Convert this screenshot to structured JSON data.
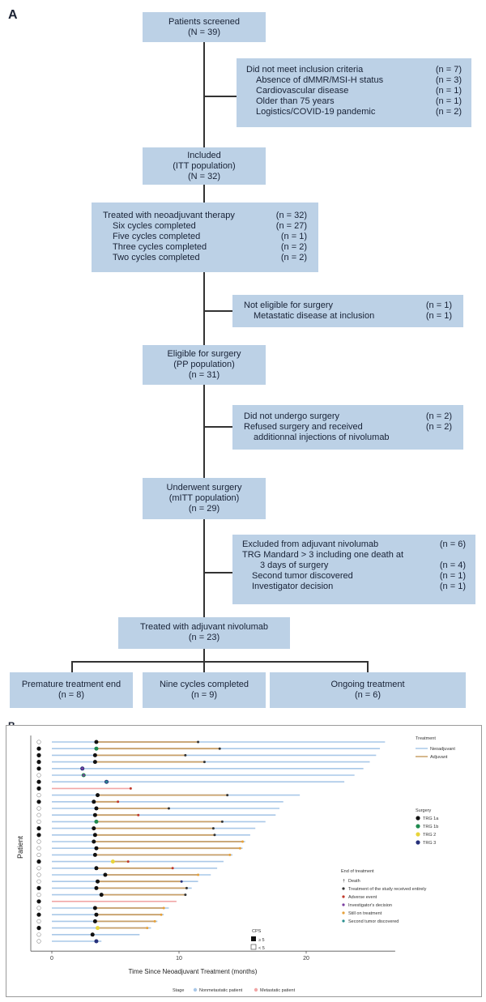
{
  "panel_a_label": "A",
  "panel_b_label": "B",
  "flow": {
    "screened": {
      "title": "Patients screened",
      "n": "(N = 39)"
    },
    "exclusion1": {
      "rows": [
        {
          "label": "Did not meet inclusion criteria",
          "n": "(n = 7)"
        },
        {
          "label": "Absence of dMMR/MSI-H status",
          "n": "(n = 3)"
        },
        {
          "label": "Cardiovascular disease",
          "n": "(n = 1)"
        },
        {
          "label": "Older than 75 years",
          "n": "(n = 1)"
        },
        {
          "label": "Logistics/COVID-19 pandemic",
          "n": "(n = 2)"
        }
      ]
    },
    "included": {
      "title": "Included",
      "sub": "(ITT population)",
      "n": "(N = 32)"
    },
    "neoadjuvant": {
      "rows": [
        {
          "label": "Treated with neoadjuvant therapy",
          "n": "(n = 32)"
        },
        {
          "label": "Six cycles completed",
          "n": "(n = 27)"
        },
        {
          "label": "Five cycles completed",
          "n": "(n = 1)"
        },
        {
          "label": "Three cycles completed",
          "n": "(n = 2)"
        },
        {
          "label": "Two cycles completed",
          "n": "(n = 2)"
        }
      ]
    },
    "not_eligible": {
      "rows": [
        {
          "label": "Not eligible for surgery",
          "n": "(n = 1)"
        },
        {
          "label": "Metastatic disease at inclusion",
          "n": "(n = 1)"
        }
      ]
    },
    "eligible": {
      "title": "Eligible for surgery",
      "sub": "(PP population)",
      "n": "(n = 31)"
    },
    "no_surgery": {
      "rows": [
        {
          "label": "Did not undergo surgery",
          "n": "(n = 2)"
        },
        {
          "label": "Refused surgery and received",
          "n": "(n = 2)"
        },
        {
          "label": "additionnal injections of nivolumab",
          "n": ""
        }
      ]
    },
    "surgery": {
      "title": "Underwent surgery",
      "sub": "(mITT population)",
      "n": "(n = 29)"
    },
    "excluded_adj": {
      "rows": [
        {
          "label": "Excluded from adjuvant nivolumab",
          "n": "(n = 6)"
        },
        {
          "label": "TRG Mandard > 3 including one death at",
          "n": ""
        },
        {
          "label": "3 days of surgery",
          "n": "(n = 4)"
        },
        {
          "label": "Second tumor discovered",
          "n": "(n = 1)"
        },
        {
          "label": "Investigator decision",
          "n": "(n = 1)"
        }
      ]
    },
    "adjuvant": {
      "title": "Treated with adjuvant nivolumab",
      "n": "(n = 23)"
    },
    "premature": {
      "title": "Premature treatment end",
      "n": "(n = 8)"
    },
    "nine_cycles": {
      "title": "Nine cycles completed",
      "n": "(n = 9)"
    },
    "ongoing": {
      "title": "Ongoing treatment",
      "n": "(n = 6)"
    }
  },
  "chart_data": {
    "type": "swimmer",
    "xlabel": "Time Since Neoadjuvant Treatment (months)",
    "ylabel": "Patient",
    "xlim": [
      0,
      27
    ],
    "xticks": [
      0,
      10,
      20
    ],
    "colors": {
      "neoadjuvant": "#a9c8e8",
      "adjuvant": "#c9a069",
      "metastatic": "#f1a6a6"
    },
    "legend": {
      "treatment_title": "Treatment",
      "treatment": [
        {
          "label": "Neoadjuvant",
          "color": "#a9c8e8"
        },
        {
          "label": "Adjuvant",
          "color": "#c9a069"
        }
      ],
      "surgery_title": "Surgery",
      "surgery": [
        {
          "label": "TRG 1a",
          "color": "#111111"
        },
        {
          "label": "TRG 1b",
          "color": "#1e8a4e"
        },
        {
          "label": "TRG 2",
          "color": "#e8d43a"
        },
        {
          "label": "TRG 3",
          "color": "#26307a"
        }
      ],
      "end_title": "End of treatment",
      "end": [
        {
          "label": "Death",
          "color": "#999999"
        },
        {
          "label": "Treatment of the study received entirely",
          "color": "#333333"
        },
        {
          "label": "Adverse event",
          "color": "#c0392b"
        },
        {
          "label": "Investigator's decision",
          "color": "#7b3fa0"
        },
        {
          "label": "Still on treatment",
          "color": "#e6a13a"
        },
        {
          "label": "Second tumor discovered",
          "color": "#2a8f8f"
        }
      ],
      "cps_title": "CPS",
      "cps": [
        {
          "label": "≥ 5",
          "fill": "#111111"
        },
        {
          "label": "< 5",
          "fill": "#ffffff"
        }
      ],
      "stage_title": "Stage",
      "stage": [
        {
          "label": "Nonmetastatic patient",
          "color": "#a9c8e8"
        },
        {
          "label": "Metastatic patient",
          "color": "#f1a6a6"
        }
      ]
    },
    "patients": [
      {
        "total": 26.2,
        "neo": 2.5,
        "surg": 3.5,
        "adj": 11.5,
        "trg": "#111111",
        "end": "#333333",
        "cps": "open",
        "stage": "non"
      },
      {
        "total": 25.8,
        "neo": 2.5,
        "surg": 3.5,
        "adj": 13.2,
        "trg": "#1e8a4e",
        "end": "#333333",
        "cps": "filled",
        "stage": "non"
      },
      {
        "total": 25.5,
        "neo": 2.5,
        "surg": 3.4,
        "adj": 10.5,
        "trg": "#111111",
        "end": "#333333",
        "cps": "filled",
        "stage": "non"
      },
      {
        "total": 25.0,
        "neo": 2.5,
        "surg": 3.4,
        "adj": 12.0,
        "trg": "#111111",
        "end": "#333333",
        "cps": "filled",
        "stage": "non"
      },
      {
        "total": 24.5,
        "neo": 2.4,
        "surg": 2.4,
        "adj": 2.4,
        "trg": "#26307a",
        "end": "#7b3fa0",
        "cps": "filled",
        "stage": "non"
      },
      {
        "total": 23.8,
        "neo": 2.4,
        "surg": 2.5,
        "adj": 2.5,
        "trg": "#1e8a4e",
        "end": "#7b3fa0",
        "cps": "open",
        "stage": "non"
      },
      {
        "total": 23.0,
        "neo": 2.5,
        "surg": 4.3,
        "adj": 4.3,
        "trg": "#26307a",
        "end": "#2a8f8f",
        "cps": "filled",
        "stage": "non"
      },
      {
        "total": 6.2,
        "neo": 2.5,
        "surg": 0,
        "adj": 0,
        "trg": "",
        "end": "#c0392b",
        "cps": "filled",
        "stage": "met"
      },
      {
        "total": 19.5,
        "neo": 2.5,
        "surg": 3.6,
        "adj": 13.8,
        "trg": "#111111",
        "end": "#333333",
        "cps": "open",
        "stage": "non"
      },
      {
        "total": 18.2,
        "neo": 2.5,
        "surg": 3.3,
        "adj": 5.2,
        "trg": "#111111",
        "end": "#c0392b",
        "cps": "filled",
        "stage": "non"
      },
      {
        "total": 17.9,
        "neo": 2.5,
        "surg": 3.5,
        "adj": 9.2,
        "trg": "#111111",
        "end": "#333333",
        "cps": "open",
        "stage": "non"
      },
      {
        "total": 17.6,
        "neo": 2.5,
        "surg": 3.4,
        "adj": 6.8,
        "trg": "#111111",
        "end": "#c0392b",
        "cps": "open",
        "stage": "non"
      },
      {
        "total": 16.8,
        "neo": 2.5,
        "surg": 3.5,
        "adj": 13.4,
        "trg": "#1e8a4e",
        "end": "#333333",
        "cps": "open",
        "stage": "non"
      },
      {
        "total": 16.0,
        "neo": 2.5,
        "surg": 3.3,
        "adj": 12.7,
        "trg": "#111111",
        "end": "#333333",
        "cps": "filled",
        "stage": "non"
      },
      {
        "total": 15.6,
        "neo": 2.5,
        "surg": 3.4,
        "adj": 12.8,
        "trg": "#111111",
        "end": "#333333",
        "cps": "filled",
        "stage": "non"
      },
      {
        "total": 15.2,
        "neo": 2.5,
        "surg": 3.3,
        "adj": 15.0,
        "trg": "#111111",
        "end": "#e6a13a",
        "cps": "open",
        "stage": "non"
      },
      {
        "total": 15.0,
        "neo": 2.5,
        "surg": 3.5,
        "adj": 14.8,
        "trg": "#111111",
        "end": "#e6a13a",
        "cps": "open",
        "stage": "non"
      },
      {
        "total": 14.2,
        "neo": 2.5,
        "surg": 3.4,
        "adj": 14.0,
        "trg": "#111111",
        "end": "#e6a13a",
        "cps": "open",
        "stage": "non"
      },
      {
        "total": 13.5,
        "neo": 2.5,
        "surg": 4.8,
        "adj": 6.0,
        "trg": "#e8d43a",
        "end": "#c0392b",
        "cps": "filled",
        "stage": "non"
      },
      {
        "total": 13.0,
        "neo": 2.5,
        "surg": 3.5,
        "adj": 9.5,
        "trg": "#111111",
        "end": "#c0392b",
        "cps": "open",
        "stage": "non"
      },
      {
        "total": 12.5,
        "neo": 2.5,
        "surg": 4.2,
        "adj": 11.5,
        "trg": "#111111",
        "end": "#e6a13a",
        "cps": "open",
        "stage": "non"
      },
      {
        "total": 11.5,
        "neo": 2.5,
        "surg": 3.6,
        "adj": 10.2,
        "trg": "#111111",
        "end": "#26307a",
        "cps": "open",
        "stage": "non"
      },
      {
        "total": 11.0,
        "neo": 2.5,
        "surg": 3.5,
        "adj": 10.6,
        "trg": "#111111",
        "end": "#333333",
        "cps": "filled",
        "stage": "non"
      },
      {
        "total": 10.6,
        "neo": 2.5,
        "surg": 3.9,
        "adj": 10.5,
        "trg": "#111111",
        "end": "#333333",
        "cps": "open",
        "stage": "non"
      },
      {
        "total": 9.8,
        "neo": 2.5,
        "surg": 0,
        "adj": 0,
        "trg": "",
        "end": "",
        "cps": "filled",
        "stage": "met"
      },
      {
        "total": 9.2,
        "neo": 2.5,
        "surg": 3.4,
        "adj": 8.8,
        "trg": "#111111",
        "end": "#e6a13a",
        "cps": "open",
        "stage": "non"
      },
      {
        "total": 8.8,
        "neo": 2.5,
        "surg": 3.5,
        "adj": 8.6,
        "trg": "#111111",
        "end": "#e6a13a",
        "cps": "filled",
        "stage": "non"
      },
      {
        "total": 8.3,
        "neo": 2.5,
        "surg": 3.4,
        "adj": 8.1,
        "trg": "#111111",
        "end": "#e6a13a",
        "cps": "open",
        "stage": "non"
      },
      {
        "total": 7.8,
        "neo": 2.5,
        "surg": 3.6,
        "adj": 7.5,
        "trg": "#e8d43a",
        "end": "#e6a13a",
        "cps": "filled",
        "stage": "non"
      },
      {
        "total": 6.9,
        "neo": 2.5,
        "surg": 3.2,
        "adj": 3.2,
        "trg": "#111111",
        "end": "",
        "cps": "open",
        "stage": "non"
      },
      {
        "total": 3.9,
        "neo": 2.5,
        "surg": 3.5,
        "adj": 3.5,
        "trg": "#26307a",
        "end": "",
        "cps": "open",
        "stage": "non"
      }
    ]
  }
}
